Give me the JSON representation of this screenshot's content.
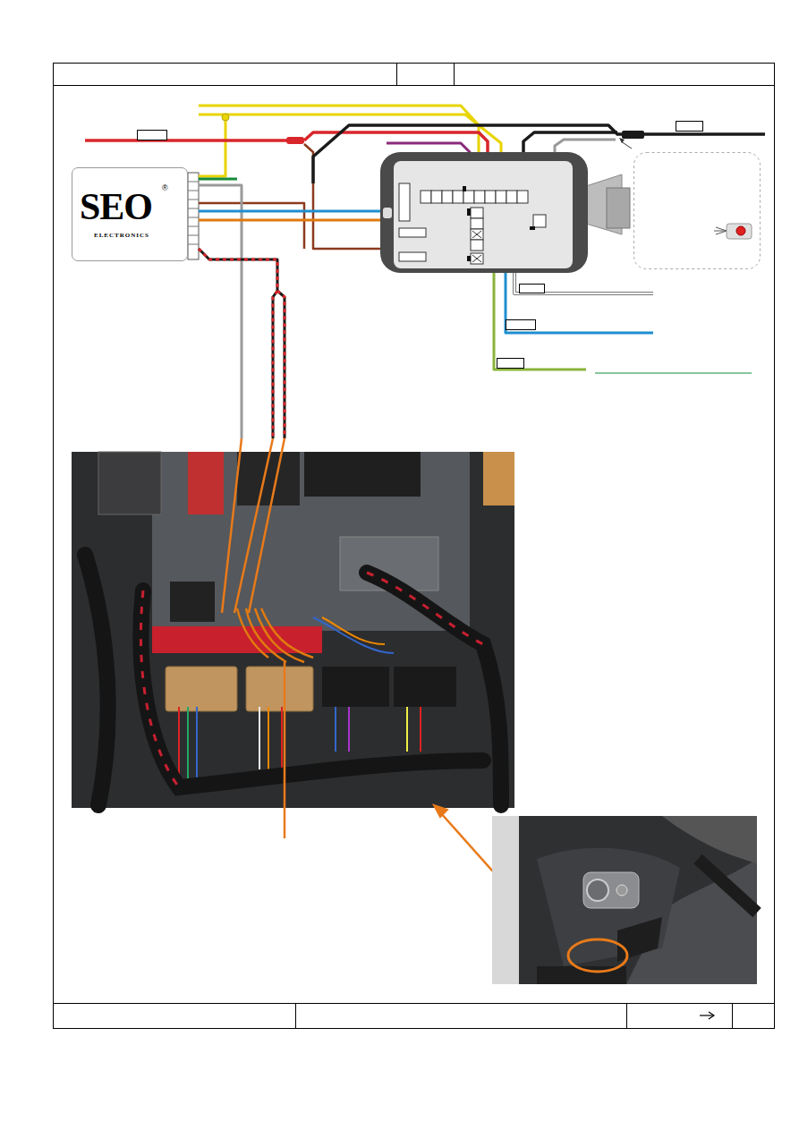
{
  "diagram": {
    "nodes": [
      {
        "text": [
          "SEO",
          "®",
          "ELECTRONICS"
        ]
      }
    ]
  }
}
